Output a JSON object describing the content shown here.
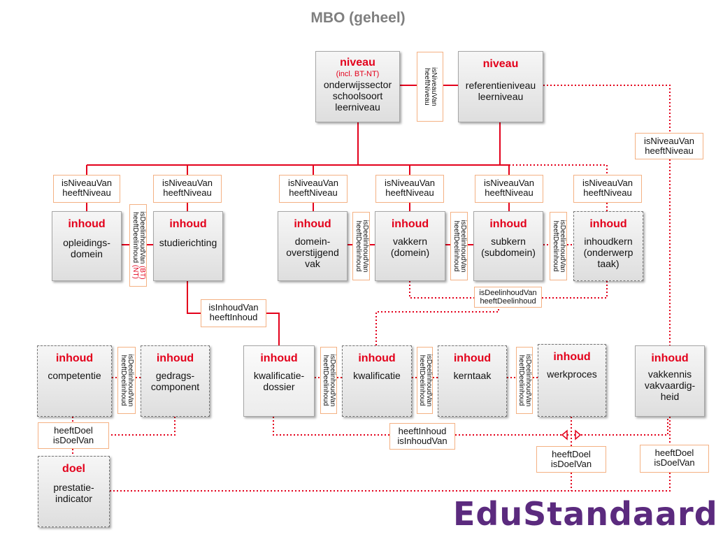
{
  "title": "MBO (geheel)",
  "nodes": {
    "niveau1": {
      "head": "niveau",
      "sub": "(incl. BT-NT)",
      "body": "onderwijssector\nschoolsoort\nleerniveau"
    },
    "niveau2": {
      "head": "niveau",
      "body": "referentieniveau\nleerniveau"
    },
    "opleidingsdomein": {
      "head": "inhoud",
      "body": "opleidings-\ndomein"
    },
    "studierichting": {
      "head": "inhoud",
      "body": "studierichting"
    },
    "domeinoverstijgend": {
      "head": "inhoud",
      "body": "domein-\noverstijgend\nvak"
    },
    "vakkern": {
      "head": "inhoud",
      "body": "vakkern\n(domein)"
    },
    "subkern": {
      "head": "inhoud",
      "body": "subkern\n(subdomein)"
    },
    "inhoudkern": {
      "head": "inhoud",
      "body": "inhoudkern\n(onderwerp\ntaak)"
    },
    "competentie": {
      "head": "inhoud",
      "body": "competentie"
    },
    "gedragscomponent": {
      "head": "inhoud",
      "body": "gedrags-\ncomponent"
    },
    "kwalificatiedossier": {
      "head": "inhoud",
      "body": "kwalificatie-\ndossier"
    },
    "kwalificatie": {
      "head": "inhoud",
      "body": "kwalificatie"
    },
    "kerntaak": {
      "head": "inhoud",
      "body": "kerntaak"
    },
    "werkproces": {
      "head": "inhoud",
      "body": "werkproces"
    },
    "vakkennis": {
      "head": "inhoud",
      "body": "vakkennis\nvakvaardig-\nheid"
    },
    "prestatieindicator": {
      "head": "doel",
      "body": "prestatie-\nindicator"
    }
  },
  "labels": {
    "niveau": "isNiveauVan\nheeftNiveau",
    "inhoud": "isInhoudVan\nheeftInhoud",
    "deelinhoud_h": "isDeelinhoudVan\nheeftDeelinhoud",
    "doel": "heeftDoel\nisDoelVan",
    "heeftinhoud": "heeftInhoud\nisInhoudVan"
  },
  "vlabels": {
    "niveauvan": [
      "isNiveauVan",
      "heeftNiveau"
    ],
    "deelinhoud": [
      "isDeelinhoudVan",
      "heeftDeelinhoud"
    ],
    "btnt_line1_pre": "isDeelinhoudVan ",
    "btnt_line1_tag": "(BT)",
    "btnt_line2_pre": "heeftDeelinhoud ",
    "btnt_line2_tag": "(NT)"
  },
  "logo": "EduStandaard",
  "colors": {
    "accent": "#e3001b",
    "label_border": "#f4b183",
    "logo": "#5b2a7e"
  }
}
